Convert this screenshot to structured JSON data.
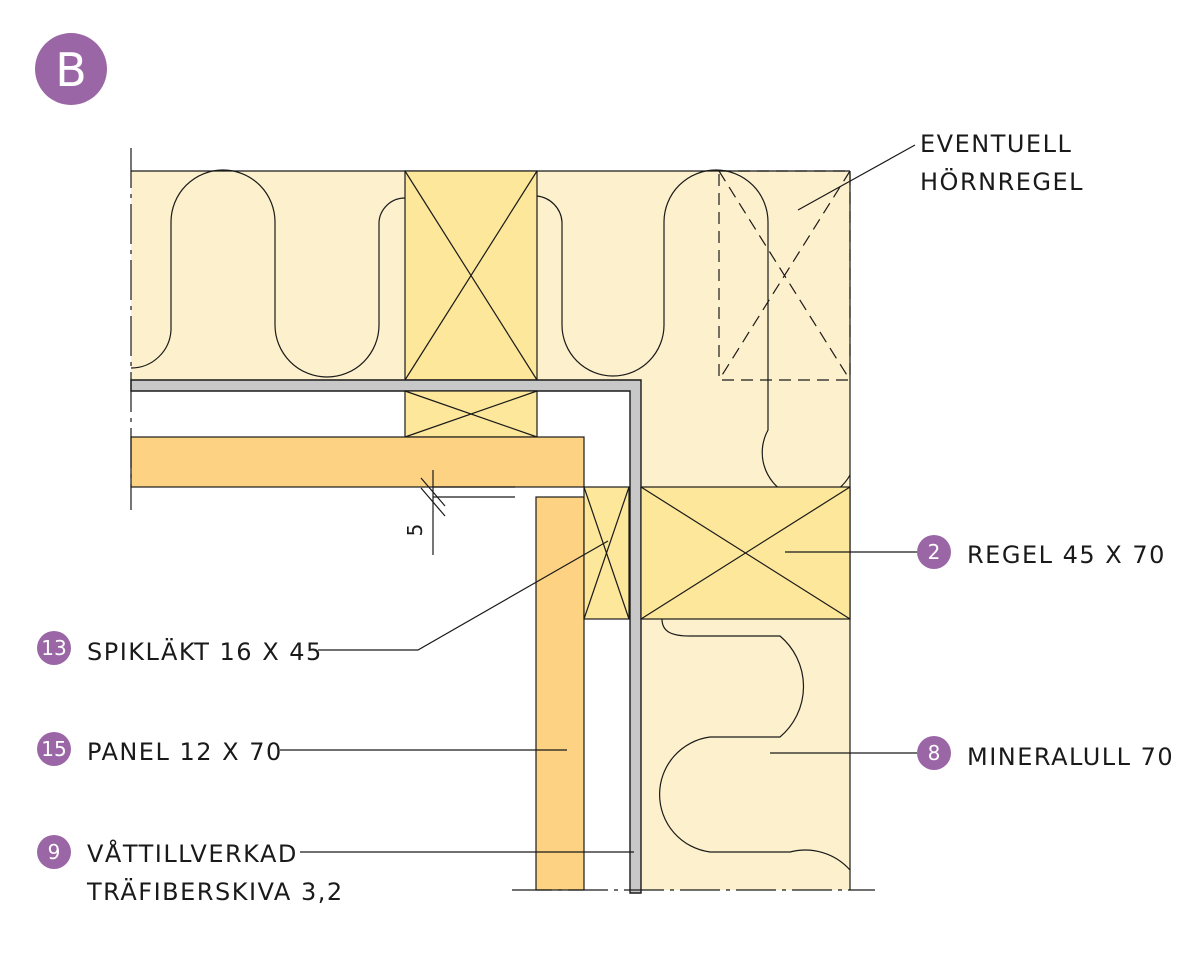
{
  "section_badge": "B",
  "colors": {
    "accent": "#9b66a6",
    "insulation": "#fdf0cc",
    "stud": "#fde79a",
    "panel": "#fdd282",
    "board": "#c8c8c8"
  },
  "dimension": {
    "value": "5"
  },
  "labels": {
    "corner_stud": {
      "line1": "EVENTUELL",
      "line2": "HÖRNREGEL"
    },
    "stud": {
      "number": "2",
      "text": "REGEL 45 X 70"
    },
    "batten": {
      "number": "13",
      "text": "SPIKLÄKT 16 X 45"
    },
    "panel": {
      "number": "15",
      "text": "PANEL 12 X 70"
    },
    "insulation": {
      "number": "8",
      "text": "MINERALULL 70"
    },
    "board": {
      "number": "9",
      "line1": "VÅTTILLVERKAD",
      "line2": "TRÄFIBERSKIVA 3,2"
    }
  }
}
